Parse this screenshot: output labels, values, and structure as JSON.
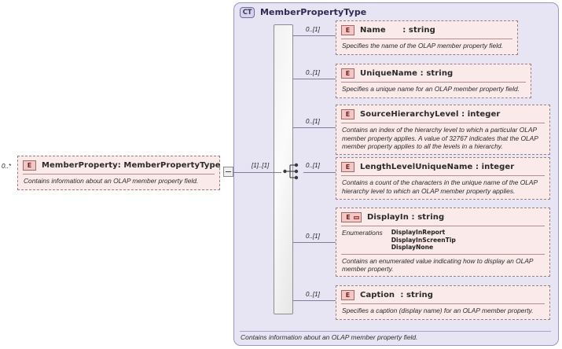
{
  "diagram": {
    "type": "xsd-schema-diagram",
    "complex_type": {
      "badge": "CT",
      "badge_icon": "complextype-icon",
      "title": "MemberPropertyType",
      "documentation": "Contains information about an OLAP member property field."
    },
    "source_element": {
      "occurrence": "0..*",
      "badge": "E",
      "badge_icon": "element-icon",
      "name": "MemberProperty",
      "type": ": MemberPropertyType",
      "documentation": "Contains information about an OLAP member property field.",
      "collapse_icon": "minus-box-icon"
    },
    "compositor": {
      "icon": "sequence-icon",
      "occurrence": "[1]..[1]"
    },
    "children": [
      {
        "occurrence": "0..[1]",
        "badge": "E",
        "badge_icon": "element-icon",
        "name": "Name      ",
        "type": ": string",
        "documentation": "Specifies the name of the OLAP member property field."
      },
      {
        "occurrence": "0..[1]",
        "badge": "E",
        "badge_icon": "element-icon",
        "name": "UniqueName ",
        "type": ": string",
        "documentation": "Specifies a unique name for an OLAP member property field."
      },
      {
        "occurrence": "0..[1]",
        "badge": "E",
        "badge_icon": "element-icon",
        "name": "SourceHierarchyLevel ",
        "type": ": integer",
        "documentation": "Contains an index of the hierarchy level to which a particular OLAP member property applies. A value of 32767 indicates that the OLAP member property applies to all the levels in a hierarchy."
      },
      {
        "occurrence": "0..[1]",
        "badge": "E",
        "badge_icon": "element-icon",
        "name": "LengthLevelUniqueName ",
        "type": ": integer",
        "documentation": "Contains a count of the characters in the unique name of the OLAP hierarchy level to which an OLAP member property applies."
      },
      {
        "occurrence": "0..[1]",
        "badge": "E",
        "badge_icon": "element-enum-icon",
        "name": "DisplayIn ",
        "type": ": string",
        "enumerations_label": "Enumerations",
        "enumerations": [
          "DisplayInReport",
          "DisplayInScreenTip",
          "DisplayNone"
        ],
        "documentation": "Contains an enumerated value indicating how to display an OLAP member property."
      },
      {
        "occurrence": "0..[1]",
        "badge": "E",
        "badge_icon": "element-icon",
        "name": "Caption  ",
        "type": ": string",
        "documentation": "Specifies a caption (display name) for an OLAP member property."
      }
    ]
  },
  "colors": {
    "container_fill": "#e7e4f4",
    "container_border": "#9a96c4",
    "element_fill": "#fbeaea",
    "element_border": "#9d7d7d",
    "badge_fill": "#f4c7c7",
    "connector": "#7d7d9a"
  }
}
